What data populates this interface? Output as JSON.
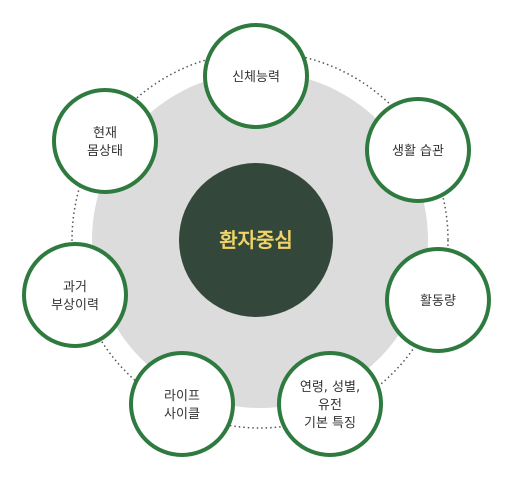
{
  "center": {
    "label": "환자중심"
  },
  "nodes": [
    {
      "id": "physical",
      "lines": [
        "신체능력"
      ]
    },
    {
      "id": "habits",
      "lines": [
        "생활 습관"
      ]
    },
    {
      "id": "activity",
      "lines": [
        "활동량"
      ]
    },
    {
      "id": "basics",
      "lines": [
        "연령, 성별,",
        "유전",
        "기본 특징"
      ]
    },
    {
      "id": "lifecycle",
      "lines": [
        "라이프",
        "사이클"
      ]
    },
    {
      "id": "history",
      "lines": [
        "과거",
        "부상이력"
      ]
    },
    {
      "id": "current",
      "lines": [
        "현재",
        "몸상태"
      ]
    }
  ],
  "colors": {
    "ring_fill": "#dcdcdc",
    "center_fill": "#33473a",
    "center_text": "#f0d468",
    "node_stroke": "#2e7a3f",
    "node_fill": "#ffffff",
    "dotted_ring": "#555555",
    "node_text": "#333333"
  }
}
